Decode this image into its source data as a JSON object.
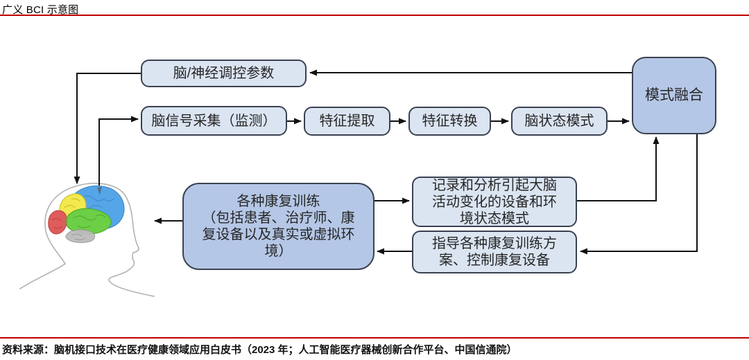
{
  "page": {
    "title": "广义 BCI 示意图",
    "source": "资料来源：脑机接口技术在医疗健康领域应用白皮书（2023 年；人工智能医疗器械创新合作平台、中国信通院）"
  },
  "colors": {
    "accent_red": "#c00000",
    "box_fill_light": "#dbe4f1",
    "box_fill_dark": "#b5c7e6",
    "box_border": "#3a4150",
    "arrow": "#111111",
    "head_outline": "#b5b5b5",
    "brain_blue": "#55a6e8",
    "brain_yellow": "#f2e94e",
    "brain_green": "#6ccf45",
    "brain_red": "#e05c5c",
    "brain_gray": "#bcbcbc"
  },
  "diagram": {
    "boxes": {
      "neuro_params": "脑/神经调控参数",
      "signal_acquisition": "脑信号采集（监测）",
      "feature_extraction": "特征提取",
      "feature_transform": "特征转换",
      "brain_state_pattern": "脑状态模式",
      "pattern_fusion": "模式融合",
      "rehab_training": "各种康复训练\n（包括患者、治疗师、康复设备以及真实或虚拟环境）",
      "record_analyze": "记录和分析引起大脑活动变化的设备和环境状态模式",
      "guide_control": "指导各种康复训练方案、控制康复设备"
    }
  }
}
